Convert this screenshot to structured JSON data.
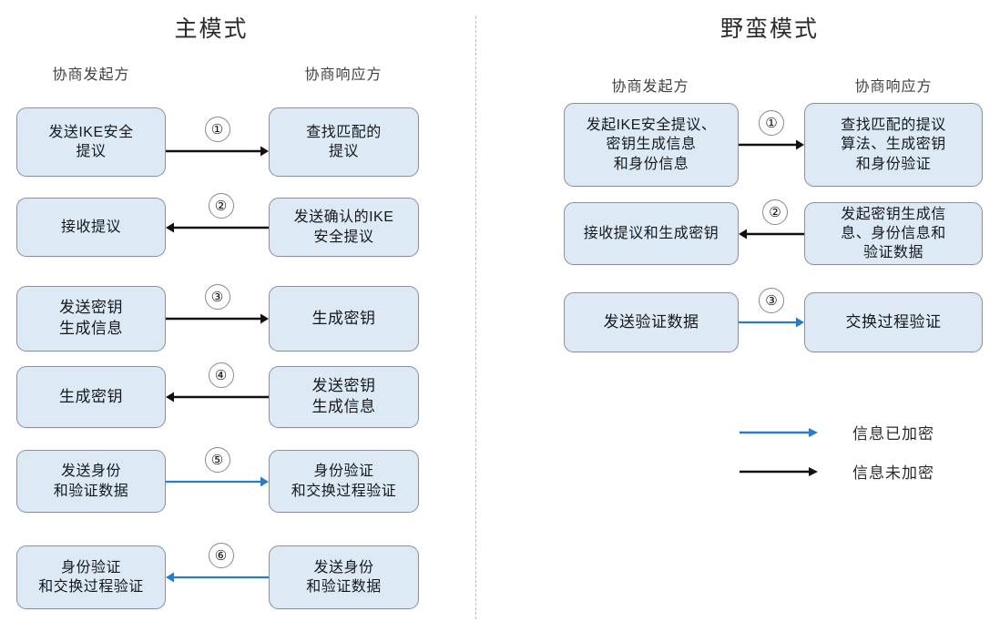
{
  "panels": [
    {
      "id": "main-mode",
      "title": "主模式",
      "roles": {
        "initiator": "协商发起方",
        "responder": "协商响应方"
      },
      "rows": [
        {
          "step": "①",
          "direction": "right",
          "encrypted": false,
          "left": "发送IKE安全\n提议",
          "right": "查找匹配的\n提议"
        },
        {
          "step": "②",
          "direction": "left",
          "encrypted": false,
          "left": "接收提议",
          "right": "发送确认的IKE\n安全提议"
        },
        {
          "step": "③",
          "direction": "right",
          "encrypted": false,
          "left": "发送密钥\n生成信息",
          "right": "生成密钥"
        },
        {
          "step": "④",
          "direction": "left",
          "encrypted": false,
          "left": "生成密钥",
          "right": "发送密钥\n生成信息"
        },
        {
          "step": "⑤",
          "direction": "right",
          "encrypted": true,
          "left": "发送身份\n和验证数据",
          "right": "身份验证\n和交换过程验证"
        },
        {
          "step": "⑥",
          "direction": "left",
          "encrypted": true,
          "left": "身份验证\n和交换过程验证",
          "right": "发送身份\n和验证数据"
        }
      ]
    },
    {
      "id": "aggressive-mode",
      "title": "野蛮模式",
      "roles": {
        "initiator": "协商发起方",
        "responder": "协商响应方"
      },
      "rows": [
        {
          "step": "①",
          "direction": "right",
          "encrypted": false,
          "left": "发起IKE安全提议、\n密钥生成信息\n和身份信息",
          "right": "查找匹配的提议\n算法、生成密钥\n和身份验证"
        },
        {
          "step": "②",
          "direction": "left",
          "encrypted": false,
          "left": "接收提议和生成密钥",
          "right": "发起密钥生成信\n息、身份信息和\n验证数据"
        },
        {
          "step": "③",
          "direction": "right",
          "encrypted": true,
          "left": "发送验证数据",
          "right": "交换过程验证"
        }
      ]
    }
  ],
  "legend": [
    {
      "id": "encrypted",
      "label": "信息已加密",
      "color": "#2a7cc7"
    },
    {
      "id": "unencrypted",
      "label": "信息未加密",
      "color": "#111111"
    }
  ],
  "colors": {
    "node_fill": "#ddeaf6",
    "node_border": "#8b9099",
    "arrow_encrypted": "#2a7cc7",
    "arrow_plain": "#111111",
    "divider": "#b9bcc2"
  }
}
